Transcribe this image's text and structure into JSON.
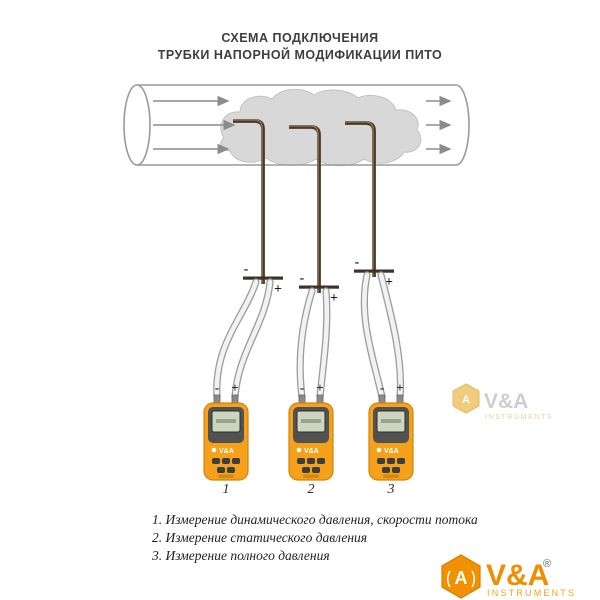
{
  "title": {
    "line1": "СХЕМА ПОДКЛЮЧЕНИЯ",
    "line2": "ТРУБКИ НАПОРНОЙ МОДИФИКАЦИИ ПИТО"
  },
  "probes": [
    {
      "minus": "-",
      "plus": "+"
    },
    {
      "minus": "-",
      "plus": "+"
    },
    {
      "minus": "-",
      "plus": "+"
    }
  ],
  "meters": [
    {
      "number": "1",
      "brand": "V&A",
      "minus": "-",
      "plus": "+"
    },
    {
      "number": "2",
      "brand": "V&A",
      "minus": "-",
      "plus": "+"
    },
    {
      "number": "3",
      "brand": "V&A",
      "minus": "-",
      "plus": "+"
    }
  ],
  "legend": [
    "1. Измерение динамического давления, скорости потока",
    "2. Измерение статического давления",
    "3. Измерение полного давления"
  ],
  "brand_logo": {
    "shield_letter": "A",
    "name": "V&A",
    "registered": "®",
    "subtitle": "INSTRUMENTS"
  },
  "watermark_logo": {
    "shield_letter": "A",
    "name": "V&A",
    "subtitle": "INSTRUMENTS"
  },
  "colors": {
    "accent_orange": "#F18E00",
    "meter_orange": "#F5A11C",
    "cloud_gray": "#D8D8D8",
    "tube_brown": "#4C3A28",
    "arrow_gray": "#8C8C8C"
  }
}
